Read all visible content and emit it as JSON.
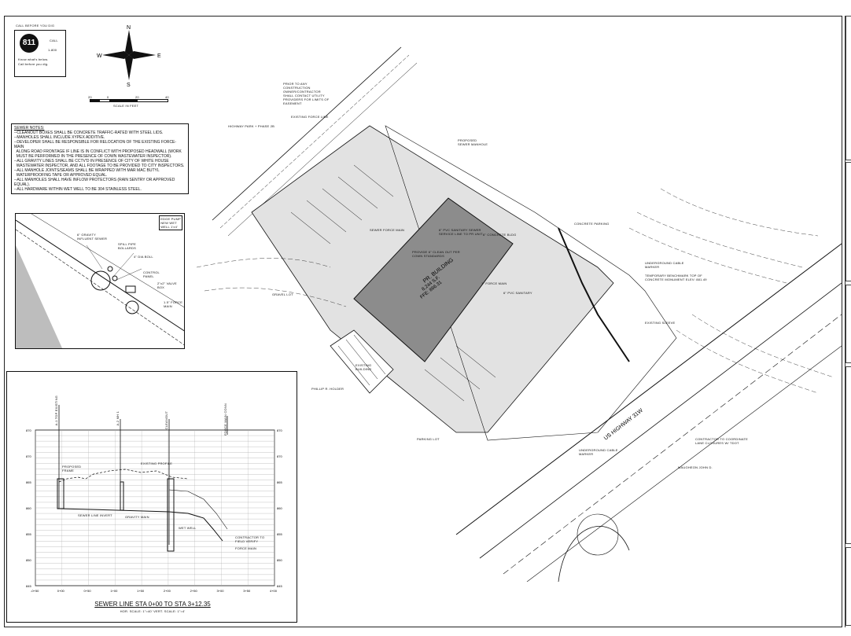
{
  "header": {
    "call_before": "CALL BEFORE YOU DIG",
    "logo_text": "811",
    "call_label": "CALL",
    "call_side": "1-800",
    "know_what": "Know what's below.",
    "call_before_you_dig": "Call before you dig."
  },
  "north_arrow": {
    "n": "N",
    "s": "S",
    "e": "E",
    "w": "W"
  },
  "scale_bar": {
    "ticks": [
      "20",
      "0",
      "20",
      "40"
    ],
    "label": "SCALE IN FEET"
  },
  "sewer_notes": {
    "title": "SEWER NOTES:",
    "lines": [
      "--CLEANOUT BOXES SHALL BE CONCRETE TRAFFIC-RATED WITH STEEL LIDS.",
      "--MANHOLES SHALL INCLUDE XYPEX ADDITIVE.",
      "--DEVELOPER SHALL BE RESPONSIBLE FOR RELOCATION OF THE EXISTING FORCE-MAIN",
      "  ALONG ROAD FRONTAGE IF LINE IS IN CONFLICT WITH PROPOSED HEADWALL (WORK",
      "  MUST BE PERFORMED IN THE PRESENCE OF COWN WASTEWATER INSPECTOR).",
      "--ALL GRAVITY LINES SHALL BE CCTV'D IN PRESENCE OF CITY OF WHITE HOUSE",
      "  WASTEWATER INSPECTOR, AND ALL FOOTAGE TO BE PROVIDED TO CITY INSPECTORS.",
      "--ALL MANHOLE JOINTS/SEAMS SHALL BE WRAPPED WITH MAR MAC BUTYL",
      "  WATERPROOFING TAPE OR APPROVED EQUAL.",
      "--ALL MANHOLES SHALL HAVE INFLOW PROTECTORS (RAIN SENTRY OR APPROVED EQUAL).",
      "--ALL HARDWARE WITHIN WET WELL TO BE 304 STAINLESS STEEL."
    ]
  },
  "detail": {
    "labels": [
      "6\" GRAVITY INFLUENT SEWER",
      "SPILL PIPE BOLLARDS",
      "4\" DIA BOLL",
      "CONTROL PANEL",
      "2\"x2\" VALVE BOX",
      "1.5\" FORCE MAIN"
    ],
    "tag": [
      "EDGE PUMP",
      "NEW WET",
      "WELL 1'x4'"
    ]
  },
  "profile": {
    "title": "SEWER LINE STA 0+00 TO STA 3+12.35",
    "subtitle": "HOR. SCALE: 1\"=40'  VERT. SCALE: 1\"=4'",
    "y_ticks": [
      "870",
      "870",
      "865",
      "860",
      "855",
      "850",
      "845"
    ],
    "x_ticks": [
      "-0+50",
      "0+00",
      "0+50",
      "1+00",
      "1+50",
      "2+00",
      "2+50",
      "3+00",
      "3+50",
      "4+00"
    ],
    "callouts": [
      "PROPOSED FRAME",
      "EXISTING PROFILE",
      "SEWER LINE INVERT",
      "GRAVITY MAIN",
      "WET WELL",
      "CONTRACTOR TO FIELD VERIFY",
      "FORCE MAIN"
    ],
    "col_labels": [
      "A-1 TOP EXISTING",
      "A-2 MH 1",
      "CLEANOUT",
      "FORCE MAIN CONN"
    ]
  },
  "plan": {
    "building_title": "PR. BUILDING",
    "building_area": "8,244 S.F.",
    "building_ffe": "FFE: 866.31",
    "highway": "US HIGHWAY 31W",
    "labels": [
      "PRIOR TO ANY CONSTRUCTION OWNER/CONTRACTOR SHALL CONTACT UTILITY PROVIDERS FOR LIMITS OF EASEMENT",
      "EXISTING FORCE LINE",
      "HIGHWAY PARK + PHASE 2B",
      "PROPOSED SEWER MANHOLE",
      "6\" PVC SANITARY SEWER SERVICE LINE TO PR UNIT",
      "PROVIDE 6\" CLEAN OUT PER COWN STANDARDS",
      "SEWER FORCE MAIN",
      "6\" PVC SANITARY",
      "6\" CONCRETE BLDG",
      "CONCRETE PARKING",
      "UNDERGROUND CABLE MARKER",
      "TEMPORARY BENCHMARK TOP OF CONCRETE MONUMENT ELEV: 881.49",
      "PARKING LOT",
      "CONTRACTOR TO COORDINATE LANE CLOSURES W/ TDOT",
      "GRAVEL LOT",
      "EXISTING BUILDING",
      "PHILLIP R. HOLDER",
      "MAUGHEON JOHN D.",
      "1\" FORCE MAIN",
      "EXISTING SLEEVE",
      "UNDERGROUND CABLE MARKER"
    ]
  },
  "colors": {
    "line": "#111111",
    "building": "#8c8c8c",
    "pavement": "#d8d8d8",
    "paper": "#ffffff"
  }
}
